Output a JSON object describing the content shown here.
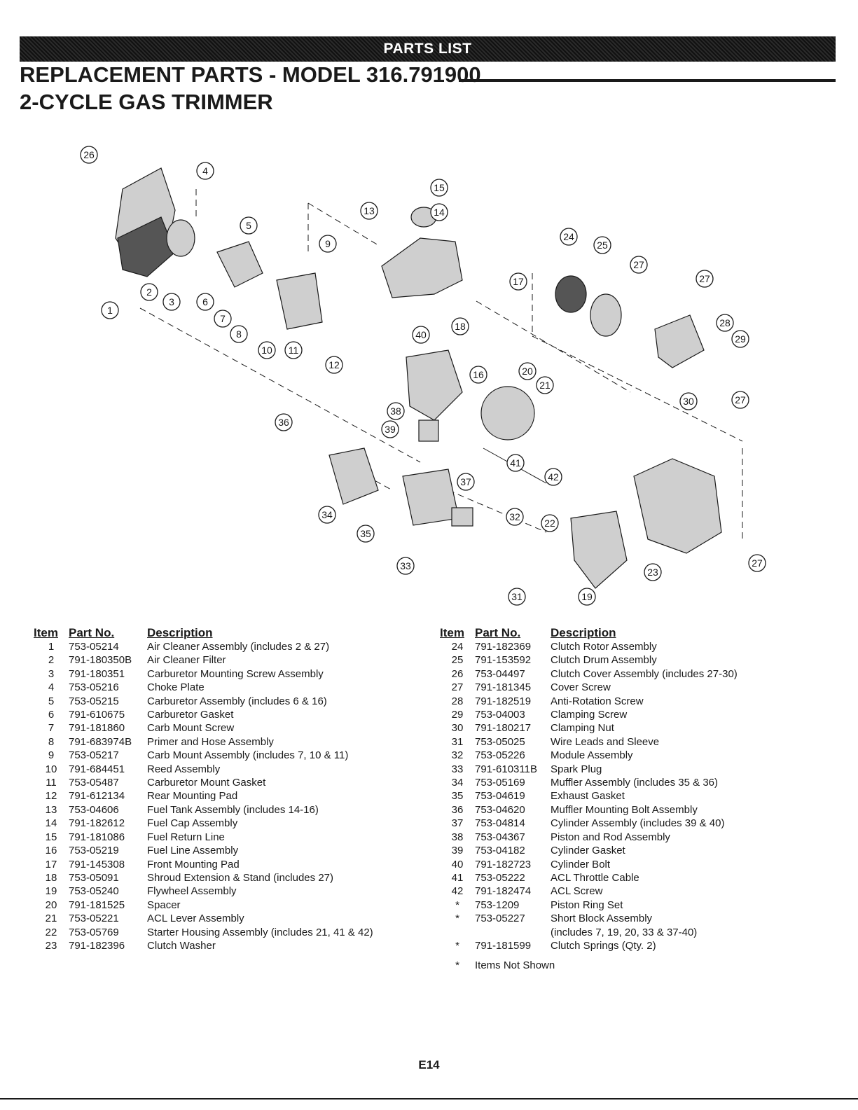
{
  "banner": "PARTS LIST",
  "title_line1": "REPLACEMENT PARTS - MODEL 316.791900",
  "title_line2": "2-CYCLE GAS TRIMMER",
  "columns": {
    "item": "Item",
    "part_no": "Part No.",
    "description": "Description"
  },
  "parts_left": [
    {
      "item": "1",
      "part": "753-05214",
      "desc": "Air Cleaner Assembly (includes 2 & 27)"
    },
    {
      "item": "2",
      "part": "791-180350B",
      "desc": "Air Cleaner Filter"
    },
    {
      "item": "3",
      "part": "791-180351",
      "desc": "Carburetor Mounting Screw Assembly"
    },
    {
      "item": "4",
      "part": "753-05216",
      "desc": "Choke Plate"
    },
    {
      "item": "5",
      "part": "753-05215",
      "desc": "Carburetor Assembly  (includes 6 & 16)"
    },
    {
      "item": "6",
      "part": "791-610675",
      "desc": "Carburetor Gasket"
    },
    {
      "item": "7",
      "part": "791-181860",
      "desc": "Carb Mount Screw"
    },
    {
      "item": "8",
      "part": "791-683974B",
      "desc": "Primer and Hose Assembly"
    },
    {
      "item": "9",
      "part": "753-05217",
      "desc": "Carb Mount Assembly (includes 7, 10 & 11)"
    },
    {
      "item": "10",
      "part": "791-684451",
      "desc": "Reed Assembly"
    },
    {
      "item": "11",
      "part": "753-05487",
      "desc": "Carburetor Mount Gasket"
    },
    {
      "item": "12",
      "part": "791-612134",
      "desc": "Rear Mounting Pad"
    },
    {
      "item": "13",
      "part": "753-04606",
      "desc": "Fuel Tank Assembly (includes 14-16)"
    },
    {
      "item": "14",
      "part": "791-182612",
      "desc": "Fuel Cap Assembly"
    },
    {
      "item": "15",
      "part": "791-181086",
      "desc": "Fuel Return Line"
    },
    {
      "item": "16",
      "part": "753-05219",
      "desc": "Fuel Line Assembly"
    },
    {
      "item": "17",
      "part": "791-145308",
      "desc": "Front Mounting Pad"
    },
    {
      "item": "18",
      "part": "753-05091",
      "desc": "Shroud Extension & Stand (includes 27)"
    },
    {
      "item": "19",
      "part": "753-05240",
      "desc": "Flywheel Assembly"
    },
    {
      "item": "20",
      "part": "791-181525",
      "desc": "Spacer"
    },
    {
      "item": "21",
      "part": "753-05221",
      "desc": "ACL Lever Assembly"
    },
    {
      "item": "22",
      "part": "753-05769",
      "desc": "Starter Housing Assembly (includes 21, 41 & 42)"
    },
    {
      "item": "23",
      "part": "791-182396",
      "desc": "Clutch Washer"
    }
  ],
  "parts_right": [
    {
      "item": "24",
      "part": "791-182369",
      "desc": "Clutch Rotor Assembly"
    },
    {
      "item": "25",
      "part": "791-153592",
      "desc": "Clutch Drum Assembly"
    },
    {
      "item": "26",
      "part": "753-04497",
      "desc": "Clutch Cover Assembly (includes 27-30)"
    },
    {
      "item": "27",
      "part": "791-181345",
      "desc": "Cover Screw"
    },
    {
      "item": "28",
      "part": "791-182519",
      "desc": "Anti-Rotation Screw"
    },
    {
      "item": "29",
      "part": "753-04003",
      "desc": "Clamping Screw"
    },
    {
      "item": "30",
      "part": "791-180217",
      "desc": "Clamping Nut"
    },
    {
      "item": "31",
      "part": "753-05025",
      "desc": "Wire Leads and Sleeve"
    },
    {
      "item": "32",
      "part": "753-05226",
      "desc": "Module Assembly"
    },
    {
      "item": "33",
      "part": "791-610311B",
      "desc": "Spark Plug"
    },
    {
      "item": "34",
      "part": "753-05169",
      "desc": "Muffler Assembly (includes 35 & 36)"
    },
    {
      "item": "35",
      "part": "753-04619",
      "desc": "Exhaust Gasket"
    },
    {
      "item": "36",
      "part": "753-04620",
      "desc": "Muffler Mounting Bolt Assembly"
    },
    {
      "item": "37",
      "part": "753-04814",
      "desc": "Cylinder Assembly (includes 39 & 40)"
    },
    {
      "item": "38",
      "part": "753-04367",
      "desc": "Piston and Rod Assembly"
    },
    {
      "item": "39",
      "part": "753-04182",
      "desc": "Cylinder Gasket"
    },
    {
      "item": "40",
      "part": "791-182723",
      "desc": "Cylinder Bolt"
    },
    {
      "item": "41",
      "part": "753-05222",
      "desc": "ACL Throttle Cable"
    },
    {
      "item": "42",
      "part": "791-182474",
      "desc": "ACL Screw"
    },
    {
      "item": "*",
      "part": "753-1209",
      "desc": "Piston Ring Set"
    },
    {
      "item": "*",
      "part": "753-05227",
      "desc": "Short Block Assembly"
    },
    {
      "item": "",
      "part": "",
      "desc": "(includes 7, 19, 20, 33 & 37-40)"
    },
    {
      "item": "*",
      "part": "791-181599",
      "desc": "Clutch Springs (Qty. 2)"
    }
  ],
  "footnote": {
    "mark": "*",
    "text": "Items Not Shown"
  },
  "callouts": [
    "1",
    "2",
    "3",
    "4",
    "5",
    "6",
    "7",
    "8",
    "9",
    "10",
    "11",
    "12",
    "13",
    "14",
    "15",
    "16",
    "17",
    "18",
    "19",
    "20",
    "21",
    "22",
    "23",
    "24",
    "25",
    "26",
    "27",
    "27",
    "27",
    "27",
    "28",
    "29",
    "30",
    "31",
    "32",
    "33",
    "34",
    "35",
    "36",
    "37",
    "38",
    "39",
    "40",
    "41",
    "42"
  ],
  "page_number": "E14"
}
